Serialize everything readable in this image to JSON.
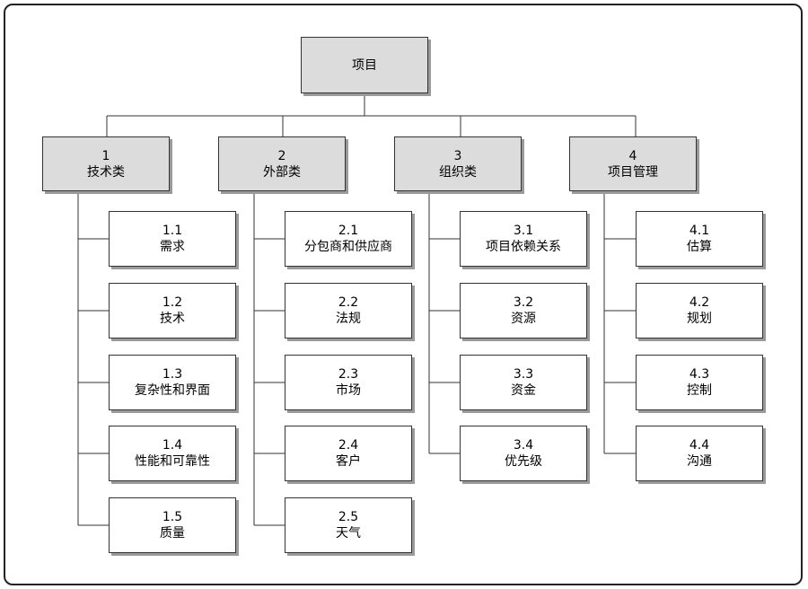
{
  "root": {
    "label": "项目"
  },
  "categories": [
    {
      "number": "1",
      "label": "技术类",
      "children": [
        {
          "number": "1.1",
          "label": "需求"
        },
        {
          "number": "1.2",
          "label": "技术"
        },
        {
          "number": "1.3",
          "label": "复杂性和界面"
        },
        {
          "number": "1.4",
          "label": "性能和可靠性"
        },
        {
          "number": "1.5",
          "label": "质量"
        }
      ]
    },
    {
      "number": "2",
      "label": "外部类",
      "children": [
        {
          "number": "2.1",
          "label": "分包商和供应商"
        },
        {
          "number": "2.2",
          "label": "法规"
        },
        {
          "number": "2.3",
          "label": "市场"
        },
        {
          "number": "2.4",
          "label": "客户"
        },
        {
          "number": "2.5",
          "label": "天气"
        }
      ]
    },
    {
      "number": "3",
      "label": "组织类",
      "children": [
        {
          "number": "3.1",
          "label": "项目依赖关系"
        },
        {
          "number": "3.2",
          "label": "资源"
        },
        {
          "number": "3.3",
          "label": "资金"
        },
        {
          "number": "3.4",
          "label": "优先级"
        }
      ]
    },
    {
      "number": "4",
      "label": "项目管理",
      "children": [
        {
          "number": "4.1",
          "label": "估算"
        },
        {
          "number": "4.2",
          "label": "规划"
        },
        {
          "number": "4.3",
          "label": "控制"
        },
        {
          "number": "4.4",
          "label": "沟通"
        }
      ]
    }
  ]
}
